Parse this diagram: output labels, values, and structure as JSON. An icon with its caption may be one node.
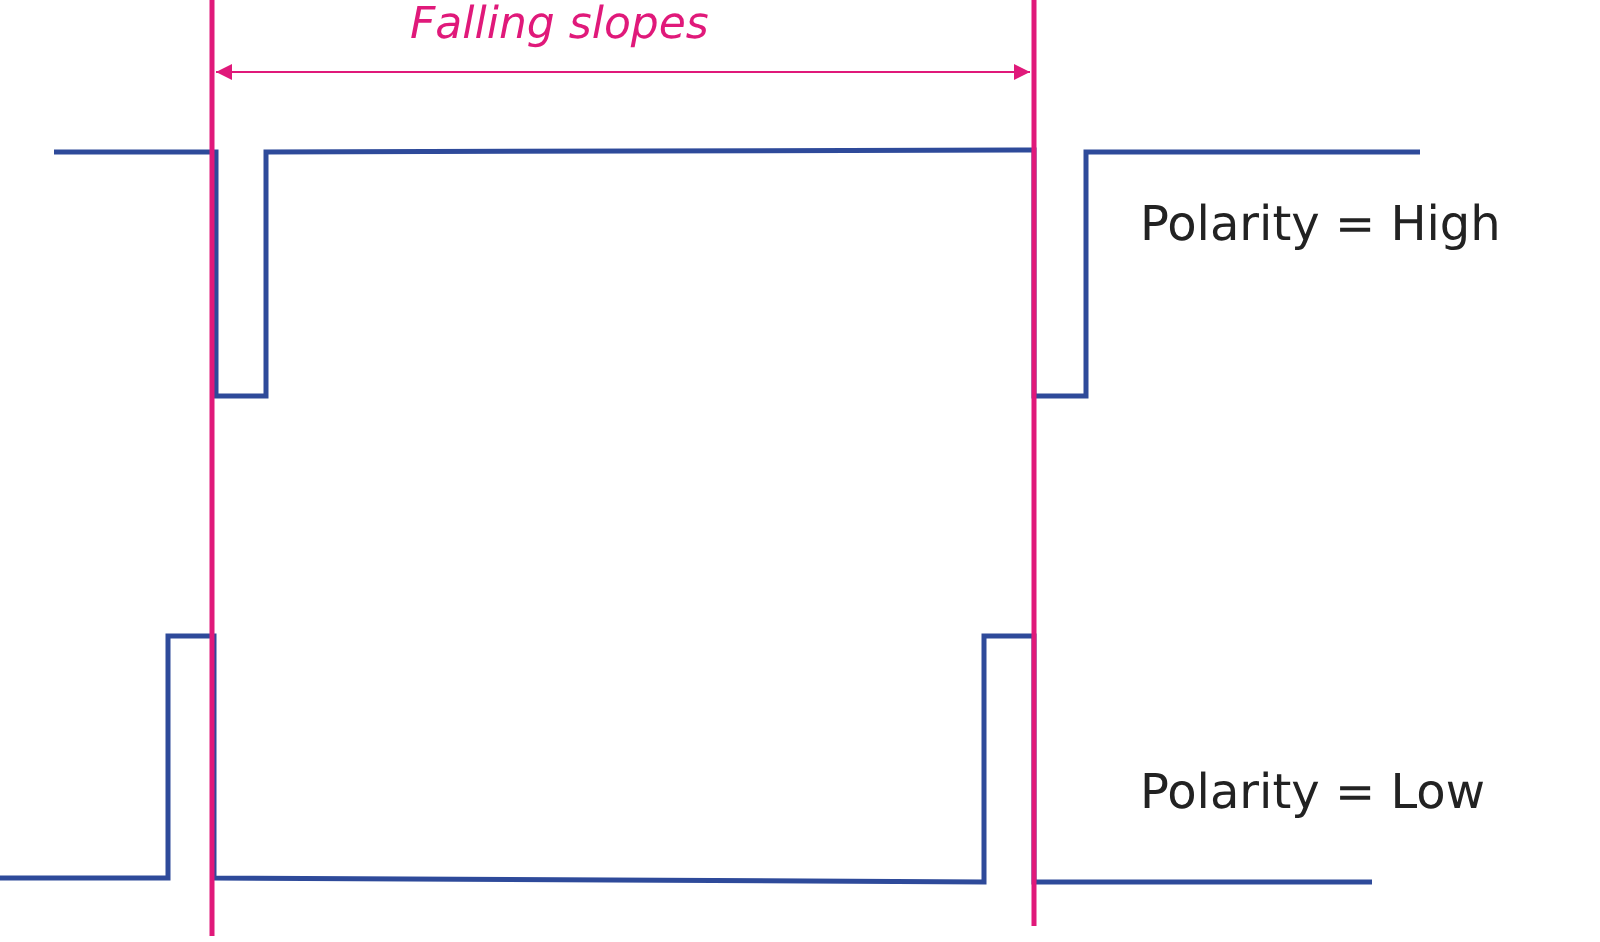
{
  "diagram": {
    "labels": [
      "Falling slopes",
      "Polarity = High",
      "Polarity = Low"
    ]
  }
}
